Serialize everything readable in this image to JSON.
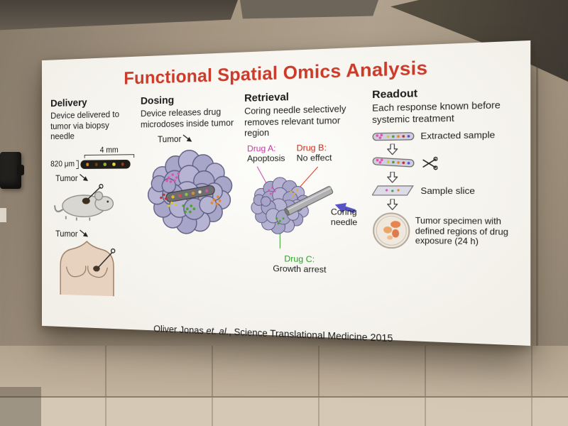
{
  "slide": {
    "title": "Functional Spatial Omics Analysis",
    "columns": {
      "delivery": {
        "heading": "Delivery",
        "body": "Device delivered to tumor via biopsy needle",
        "device_width": "4 mm",
        "device_thickness": "820 μm",
        "mouse_tumor_label": "Tumor",
        "human_tumor_label": "Tumor"
      },
      "dosing": {
        "heading": "Dosing",
        "body": "Device releases drug microdoses inside tumor",
        "tumor_label": "Tumor"
      },
      "retrieval": {
        "heading": "Retrieval",
        "body": "Coring needle selectively removes relevant tumor region",
        "drug_a_name": "Drug A:",
        "drug_a_effect": "Apoptosis",
        "drug_b_name": "Drug B:",
        "drug_b_effect": "No effect",
        "drug_c_name": "Drug C:",
        "drug_c_effect": "Growth arrest",
        "coring_needle_label": "Coring needle"
      },
      "readout": {
        "heading": "Readout",
        "body": "Each response known before systemic treatment",
        "extracted_sample_label": "Extracted sample",
        "sample_slice_label": "Sample slice",
        "specimen_label": "Tumor specimen with defined regions of drug exposure (24 h)"
      }
    },
    "citation": {
      "pre": "Oliver Jonas ",
      "italic": "et. al.",
      "post": ", Science Translational Medicine 2015"
    },
    "colors": {
      "title_red": "#cc3b2a",
      "drug_a_magenta": "#c438a0",
      "drug_b_red": "#d42818",
      "drug_c_green": "#2e9e28",
      "coring_arrow_blue": "#5652c8"
    }
  }
}
